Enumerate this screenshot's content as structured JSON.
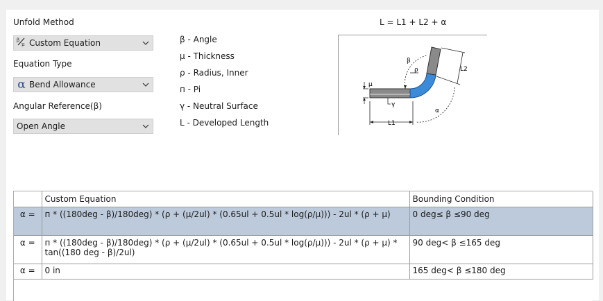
{
  "unfold_method": {
    "label": "Unfold Method",
    "value": "Custom Equation",
    "icon": "custom-equation-icon"
  },
  "equation_type": {
    "label": "Equation Type",
    "value": "Bend Allowance",
    "icon": "alpha-icon"
  },
  "angular_reference": {
    "label": "Angular Reference(β)",
    "value": "Open Angle"
  },
  "legend": [
    "β - Angle",
    "μ - Thickness",
    "ρ - Radius, Inner",
    "п - Pi",
    "γ - Neutral Surface",
    "L - Developed Length"
  ],
  "formula": "L = L1 + L2 + α",
  "diagram": {
    "beta": "β",
    "rho": "ρ",
    "mu": "μ",
    "gamma": "γ",
    "alpha": "α",
    "l1": "L1",
    "l2": "L2",
    "bend_color": "#3b8bd9",
    "flange_color": "#8a8a8a"
  },
  "table": {
    "headers": [
      "",
      "Custom Equation",
      "Bounding Condition"
    ],
    "rows": [
      {
        "label": "α =",
        "equation": "п * ((180deg - β)/180deg) * (ρ + (μ/2ul) * (0.65ul + 0.5ul * log(ρ/μ))) - 2ul * (ρ + μ)",
        "condition": "0 deg≤ β ≤90 deg",
        "selected": true
      },
      {
        "label": "α =",
        "equation": "п * ((180deg - β)/180deg) * (ρ + (μ/2ul) * (0.65ul + 0.5ul * log(ρ/μ))) - 2ul * (ρ + μ) * tan((180 deg - β)/2ul)",
        "condition": "90 deg< β ≤165 deg",
        "selected": false
      },
      {
        "label": "α =",
        "equation": "0 in",
        "condition": "165 deg< β ≤180 deg",
        "selected": false
      }
    ]
  },
  "colors": {
    "selected_row": "#bccadb",
    "dropdown_bg": "#e1e1e1"
  }
}
